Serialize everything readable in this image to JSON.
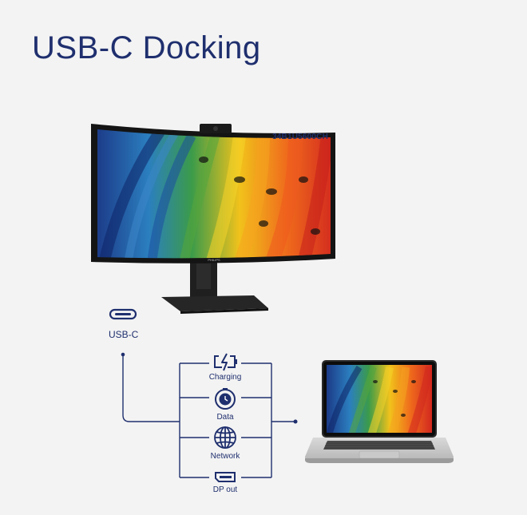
{
  "title": "USB-C Docking",
  "monitor": {
    "model": "34B1U5600CH",
    "brand": "PHILIPS"
  },
  "usb_c_label": "USB-C",
  "features": [
    {
      "label": "Charging",
      "icon": "charging-icon"
    },
    {
      "label": "Data",
      "icon": "data-icon"
    },
    {
      "label": "Network",
      "icon": "network-icon"
    },
    {
      "label": "DP out",
      "icon": "displayport-icon"
    }
  ],
  "colors": {
    "navy": "#1f2f6e",
    "background": "#f3f3f3"
  }
}
